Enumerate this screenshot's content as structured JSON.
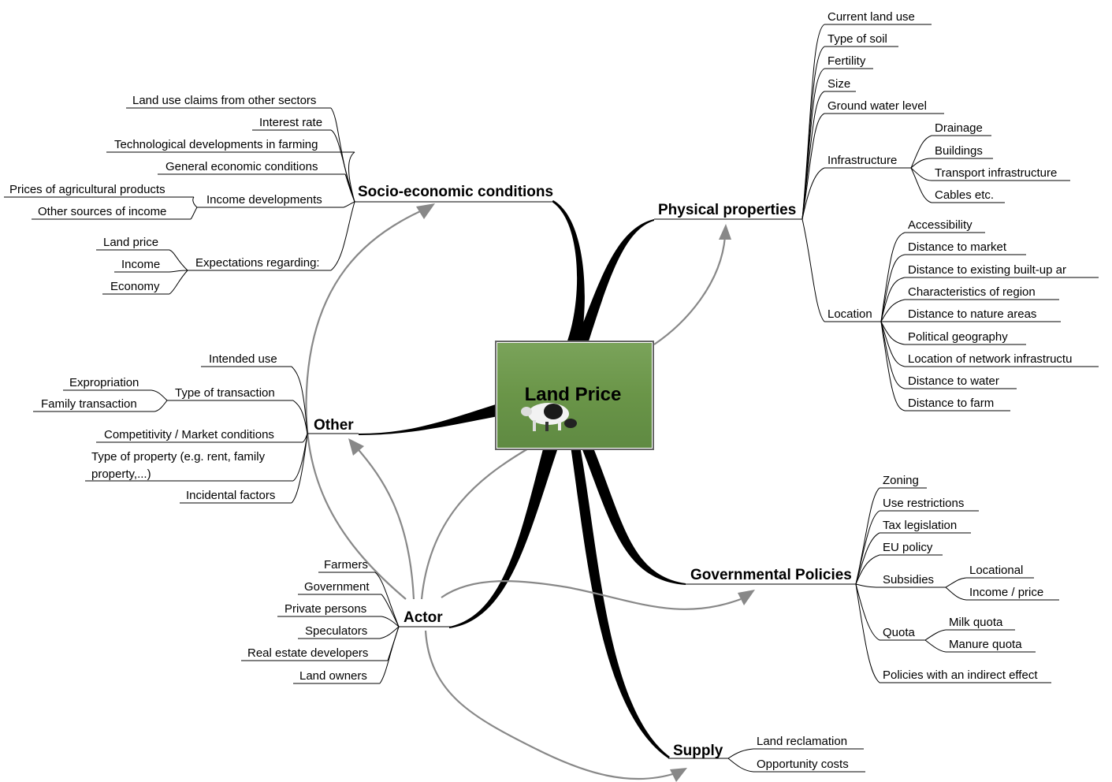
{
  "center": {
    "title": "Land Price"
  },
  "branches": {
    "socio_economic": {
      "label": "Socio-economic conditions",
      "items": [
        "Land use claims from other sectors",
        "Interest rate",
        "Technological developments in farming",
        "General economic conditions",
        "Income developments",
        "Expectations regarding:"
      ],
      "income_developments": [
        "Prices of agricultural products",
        "Other sources of income"
      ],
      "expectations": [
        "Land price",
        "Income",
        "Economy"
      ]
    },
    "physical": {
      "label": "Physical properties",
      "items": [
        "Current land use",
        "Type of soil",
        "Fertility",
        "Size",
        "Ground water level",
        "Infrastructure",
        "Location"
      ],
      "infrastructure": [
        "Drainage",
        "Buildings",
        "Transport infrastructure",
        "Cables etc."
      ],
      "location": [
        "Accessibility",
        "Distance to market",
        "Distance to existing built-up ar",
        "Characteristics of region",
        "Distance to nature areas",
        "Political geography",
        "Location of network infrastructu",
        "Distance to water",
        "Distance to farm"
      ]
    },
    "other": {
      "label": "Other",
      "items": [
        "Intended use",
        "Type of transaction",
        "Competitivity / Market conditions",
        "Type of property (e.g. rent, family",
        "property,...)",
        "Incidental factors"
      ],
      "type_of_transaction": [
        "Expropriation",
        "Family transaction"
      ]
    },
    "governmental": {
      "label": "Governmental Policies",
      "items": [
        "Zoning",
        "Use restrictions",
        "Tax legislation",
        "EU policy",
        "Subsidies",
        "Quota",
        "Policies with an indirect effect"
      ],
      "subsidies": [
        "Locational",
        "Income / price"
      ],
      "quota": [
        "Milk quota",
        "Manure quota"
      ]
    },
    "actor": {
      "label": "Actor",
      "items": [
        "Farmers",
        "Government",
        "Private persons",
        "Speculators",
        "Real estate developers",
        "Land owners"
      ]
    },
    "supply": {
      "label": "Supply",
      "items": [
        "Land reclamation",
        "Opportunity costs"
      ]
    }
  },
  "colors": {
    "branch_line": "#000000",
    "relation_arrow": "#888888",
    "grass": "#6f9a4f"
  }
}
